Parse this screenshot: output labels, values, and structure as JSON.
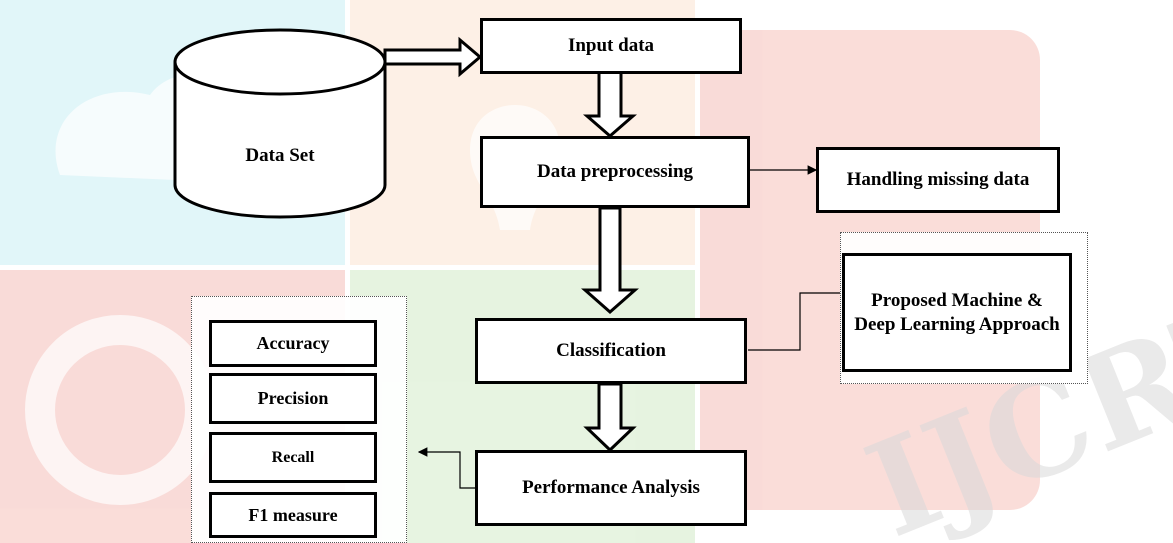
{
  "diagram": {
    "dataset": {
      "label": "Data Set"
    },
    "pipeline": {
      "input": "Input data",
      "preprocessing": "Data preprocessing",
      "classification": "Classification",
      "performance": "Performance Analysis"
    },
    "side_nodes": {
      "missing_data": "Handling missing data",
      "approach": "Proposed Machine & Deep Learning Approach"
    },
    "metrics": [
      "Accuracy",
      "Precision",
      "Recall",
      "F1 measure"
    ],
    "watermark": {
      "text": "IJCRT"
    }
  },
  "colors": {
    "stroke": "#000000",
    "watermark_cyan": "#5fd0e0",
    "watermark_orange": "#f5b27a",
    "watermark_red": "#e2402f",
    "watermark_green": "#7cc35a",
    "watermark_gray": "#d9d9d9"
  }
}
